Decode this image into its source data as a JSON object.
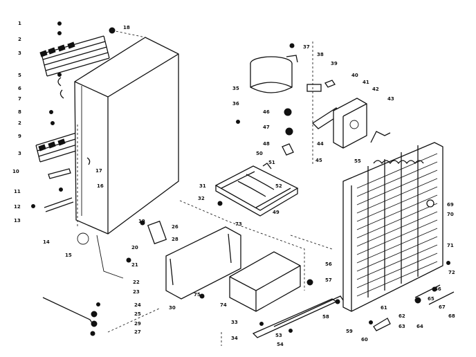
{
  "diagram": {
    "callouts": [
      "1",
      "2",
      "3",
      "5",
      "6",
      "7",
      "8",
      "2",
      "9",
      "3",
      "10",
      "11",
      "12",
      "13",
      "14",
      "15",
      "16",
      "17",
      "18",
      "19",
      "20",
      "21",
      "22",
      "23",
      "24",
      "25",
      "26",
      "27",
      "28",
      "29",
      "30",
      "31",
      "32",
      "33",
      "34",
      "35",
      "36",
      "37",
      "38",
      "39",
      "40",
      "41",
      "42",
      "43",
      "44",
      "45",
      "46",
      "47",
      "48",
      "49",
      "50",
      "51",
      "52",
      "53",
      "54",
      "55",
      "56",
      "57",
      "58",
      "59",
      "60",
      "61",
      "62",
      "63",
      "64",
      "65",
      "66",
      "67",
      "68",
      "69",
      "70",
      "71",
      "72",
      "73",
      "74",
      "75"
    ]
  }
}
